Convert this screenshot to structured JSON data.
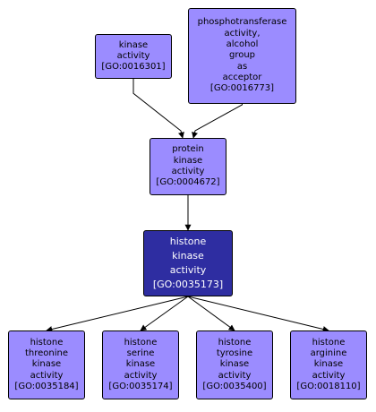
{
  "colors": {
    "node_fill": "#9b8cff",
    "focus_fill": "#2e2da1",
    "focus_text": "#ffffff",
    "border": "#000000",
    "edge": "#000000"
  },
  "nodes": [
    {
      "id": "kinase-activity",
      "lines": [
        "kinase",
        "activity",
        "[GO:0016301]"
      ],
      "focus": false
    },
    {
      "id": "phosphotransferase-activity",
      "lines": [
        "phosphotransferase",
        "activity,",
        "alcohol",
        "group",
        "as",
        "acceptor",
        "[GO:0016773]"
      ],
      "focus": false
    },
    {
      "id": "protein-kinase-activity",
      "lines": [
        "protein",
        "kinase",
        "activity",
        "[GO:0004672]"
      ],
      "focus": false
    },
    {
      "id": "histone-kinase-activity",
      "lines": [
        "histone",
        "kinase",
        "activity",
        "[GO:0035173]"
      ],
      "focus": true
    },
    {
      "id": "histone-threonine-kinase-activity",
      "lines": [
        "histone",
        "threonine",
        "kinase",
        "activity",
        "[GO:0035184]"
      ],
      "focus": false
    },
    {
      "id": "histone-serine-kinase-activity",
      "lines": [
        "histone",
        "serine",
        "kinase",
        "activity",
        "[GO:0035174]"
      ],
      "focus": false
    },
    {
      "id": "histone-tyrosine-kinase-activity",
      "lines": [
        "histone",
        "tyrosine",
        "kinase",
        "activity",
        "[GO:0035400]"
      ],
      "focus": false
    },
    {
      "id": "histone-arginine-kinase-activity",
      "lines": [
        "histone",
        "arginine",
        "kinase",
        "activity",
        "[GO:0018110]"
      ],
      "focus": false
    }
  ],
  "edges": [
    {
      "from": "kinase-activity",
      "to": "protein-kinase-activity"
    },
    {
      "from": "phosphotransferase-activity",
      "to": "protein-kinase-activity"
    },
    {
      "from": "protein-kinase-activity",
      "to": "histone-kinase-activity"
    },
    {
      "from": "histone-kinase-activity",
      "to": "histone-threonine-kinase-activity"
    },
    {
      "from": "histone-kinase-activity",
      "to": "histone-serine-kinase-activity"
    },
    {
      "from": "histone-kinase-activity",
      "to": "histone-tyrosine-kinase-activity"
    },
    {
      "from": "histone-kinase-activity",
      "to": "histone-arginine-kinase-activity"
    }
  ]
}
